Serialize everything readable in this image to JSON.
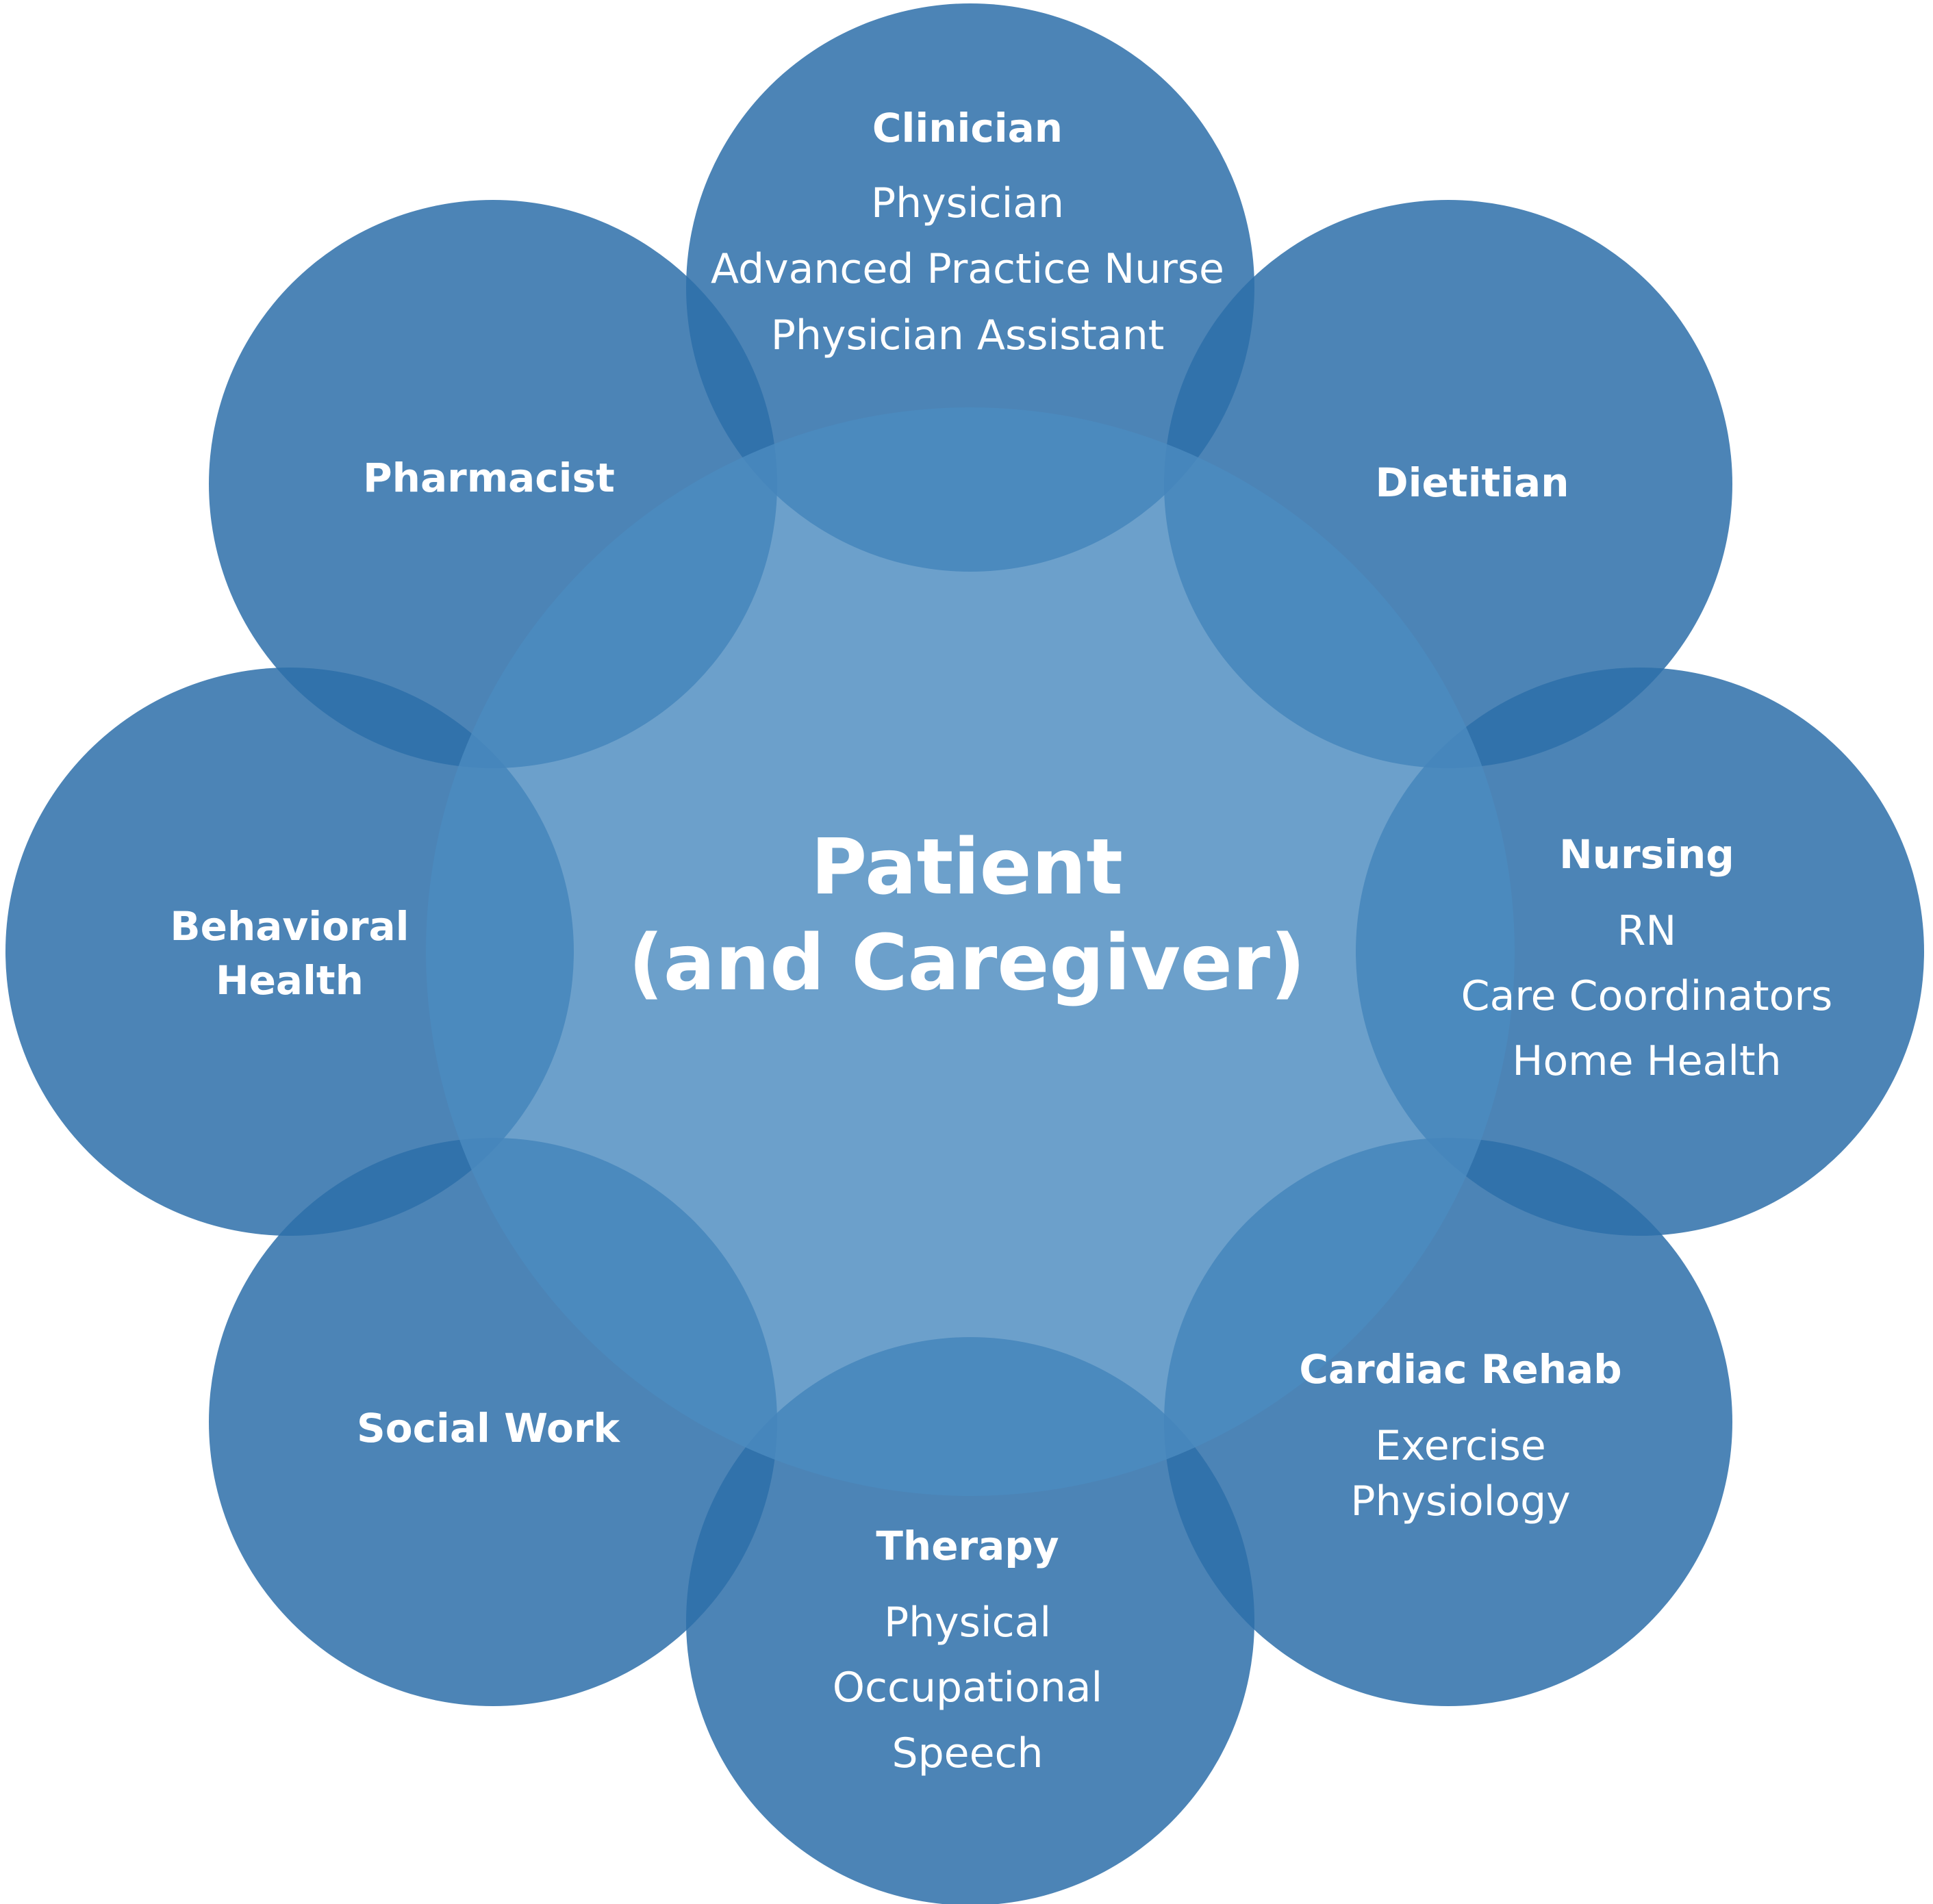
{
  "center": {
    "line1": "Patient",
    "line2": "(and Caregiver)"
  },
  "roles": {
    "clinician": {
      "title": "Clinician",
      "items": [
        "Physician",
        "Advanced Practice Nurse",
        "Physician Assistant"
      ]
    },
    "dietitian": {
      "title": "Dietitian"
    },
    "nursing": {
      "title": "Nursing",
      "items": [
        "RN",
        "Care Coordinators",
        "Home Health"
      ]
    },
    "cardiac_rehab": {
      "title": "Cardiac Rehab",
      "items": [
        "Exercise",
        "Physiology"
      ]
    },
    "therapy": {
      "title": "Therapy",
      "items": [
        "Physical",
        "Occupational",
        "Speech"
      ]
    },
    "social_work": {
      "title": "Social Work"
    },
    "behavioral_health": {
      "title_line1": "Behavioral",
      "title_line2": "Health"
    },
    "pharmacist": {
      "title": "Pharmacist"
    }
  },
  "colors": {
    "outer_circle": "#2d6fa9",
    "center_circle": "#4c8bbf",
    "text": "#ffffff"
  }
}
